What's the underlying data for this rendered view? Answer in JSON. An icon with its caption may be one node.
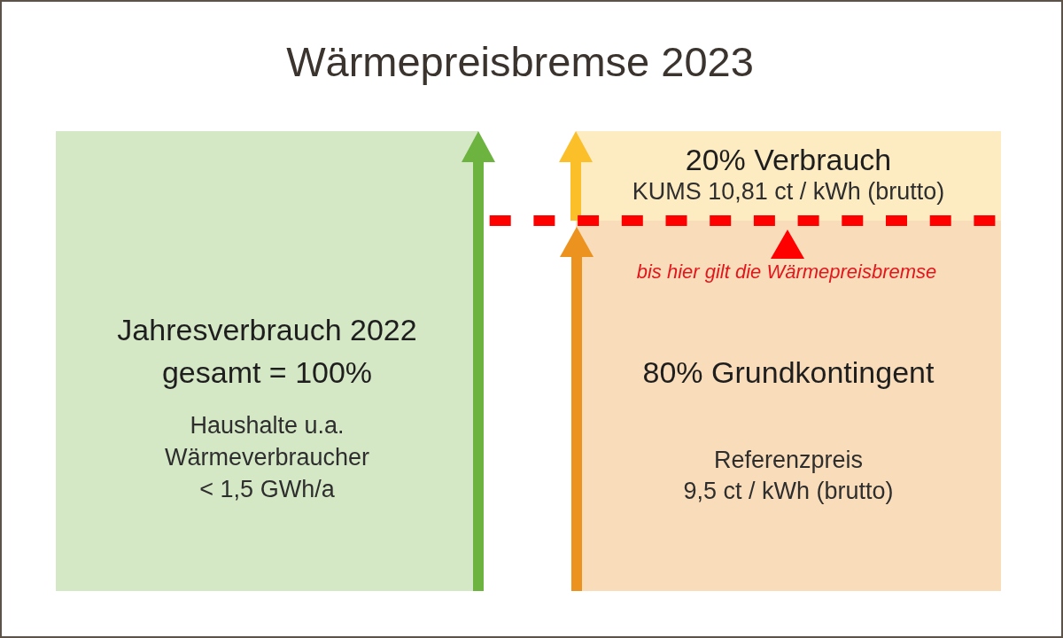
{
  "diagram": {
    "title": "Wärmepreisbremse 2023",
    "nodes": [
      {
        "text": [
          "Jahresverbrauch 2022 gesamt = 100%",
          "Haushalte u.a. Wärmeverbraucher < 1,5 GWh/a"
        ]
      },
      {
        "text": [
          "20% Verbrauch",
          "KUMS 10,81 ct / kWh (brutto)"
        ]
      },
      {
        "text": [
          "80% Grundkontingent",
          "Referenzpreis 9,5 ct / kWh (brutto)"
        ]
      }
    ],
    "labels": [
      "bis hier gilt die Wärmepreisbremse"
    ]
  }
}
